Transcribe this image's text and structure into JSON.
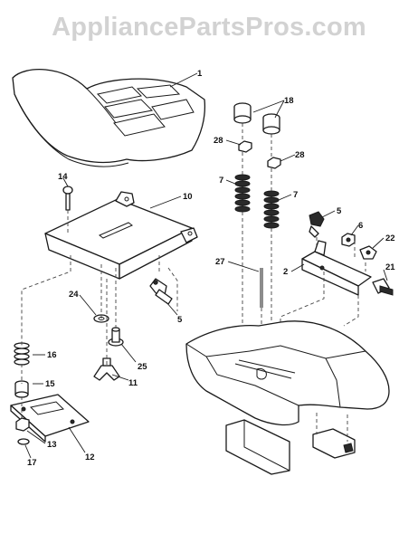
{
  "watermark": "AppliancePartsPros.com",
  "callouts": [
    {
      "id": "1",
      "label": "1"
    },
    {
      "id": "18",
      "label": "18"
    },
    {
      "id": "28a",
      "label": "28"
    },
    {
      "id": "28b",
      "label": "28"
    },
    {
      "id": "7a",
      "label": "7"
    },
    {
      "id": "7b",
      "label": "7"
    },
    {
      "id": "14",
      "label": "14"
    },
    {
      "id": "10",
      "label": "10"
    },
    {
      "id": "5a",
      "label": "5"
    },
    {
      "id": "6",
      "label": "6"
    },
    {
      "id": "22",
      "label": "22"
    },
    {
      "id": "27",
      "label": "27"
    },
    {
      "id": "2",
      "label": "2"
    },
    {
      "id": "21",
      "label": "21"
    },
    {
      "id": "24",
      "label": "24"
    },
    {
      "id": "5b",
      "label": "5"
    },
    {
      "id": "16",
      "label": "16"
    },
    {
      "id": "25",
      "label": "25"
    },
    {
      "id": "15",
      "label": "15"
    },
    {
      "id": "11",
      "label": "11"
    },
    {
      "id": "13",
      "label": "13"
    },
    {
      "id": "17",
      "label": "17"
    },
    {
      "id": "12",
      "label": "12"
    }
  ]
}
